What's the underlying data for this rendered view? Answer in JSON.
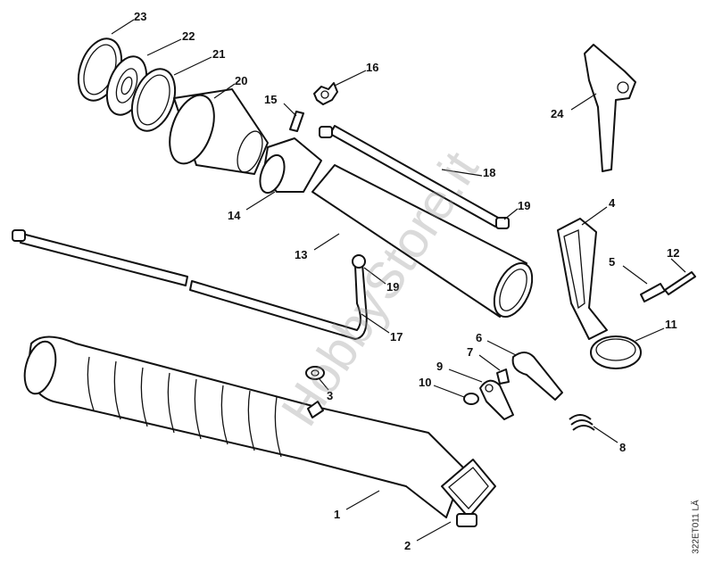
{
  "diagram": {
    "callouts": [
      "23",
      "22",
      "21",
      "20",
      "16",
      "15",
      "14",
      "18",
      "19",
      "13",
      "19",
      "17",
      "4",
      "5",
      "12",
      "11",
      "6",
      "7",
      "9",
      "10",
      "3",
      "8",
      "1",
      "2",
      "24"
    ],
    "drawing_code": "322ET011 LÄ",
    "watermark": "HobbyStore.it"
  }
}
